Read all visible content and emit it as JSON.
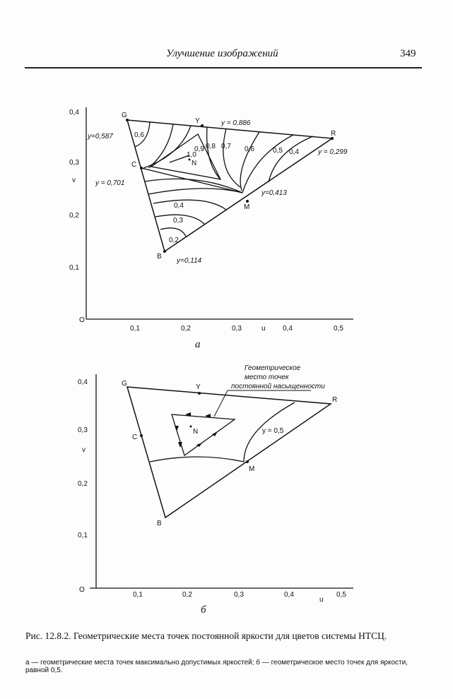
{
  "header": {
    "running_title": "Улучшение изображений",
    "page_number": "349"
  },
  "figure_a": {
    "label": "а",
    "axis_x_label": "u",
    "axis_y_label": "v",
    "origin": "O",
    "x_ticks": [
      "0,1",
      "0,2",
      "0,3",
      "0,4",
      "0,5"
    ],
    "y_ticks": [
      "0,1",
      "0,2",
      "0,3",
      "0,4"
    ],
    "points": {
      "G": "G",
      "Y": "Y",
      "R": "R",
      "C": "C",
      "M": "M",
      "B": "B",
      "N": "N"
    },
    "annotations": {
      "G": "y=0,587",
      "Y": "y = 0,886",
      "R": "y = 0,299",
      "C": "y = 0,701",
      "M": "y=0,413",
      "B": "y=0,114"
    },
    "contour_labels": [
      "0,6",
      "1,0",
      "0,9",
      "0,8",
      "0,7",
      "0,6",
      "0,5",
      "0,4",
      "0,4",
      "0,3",
      "0,2"
    ]
  },
  "figure_b": {
    "label": "б",
    "axis_x_label": "u",
    "axis_y_label": "v",
    "origin": "O",
    "x_ticks": [
      "0,1",
      "0,2",
      "0,3",
      "0,4",
      "0,5"
    ],
    "y_ticks": [
      "0,1",
      "0,2",
      "0,3",
      "0,4"
    ],
    "points": {
      "G": "G",
      "Y": "Y",
      "R": "R",
      "C": "C",
      "M": "M",
      "B": "B",
      "N": "N"
    },
    "callout": [
      "Геометрическое",
      "место точек",
      "постоянной насыщенности"
    ],
    "curve_label": "y = 0,5"
  },
  "caption": {
    "title": "Рис. 12.8.2. Геометрические места точек постоянной яркости для цветов системы НТСЦ.",
    "subtitle": "а — геометрические места точек максимально допустимых яркостей; б — геометрическое место точек для яркости, равной 0,5."
  }
}
